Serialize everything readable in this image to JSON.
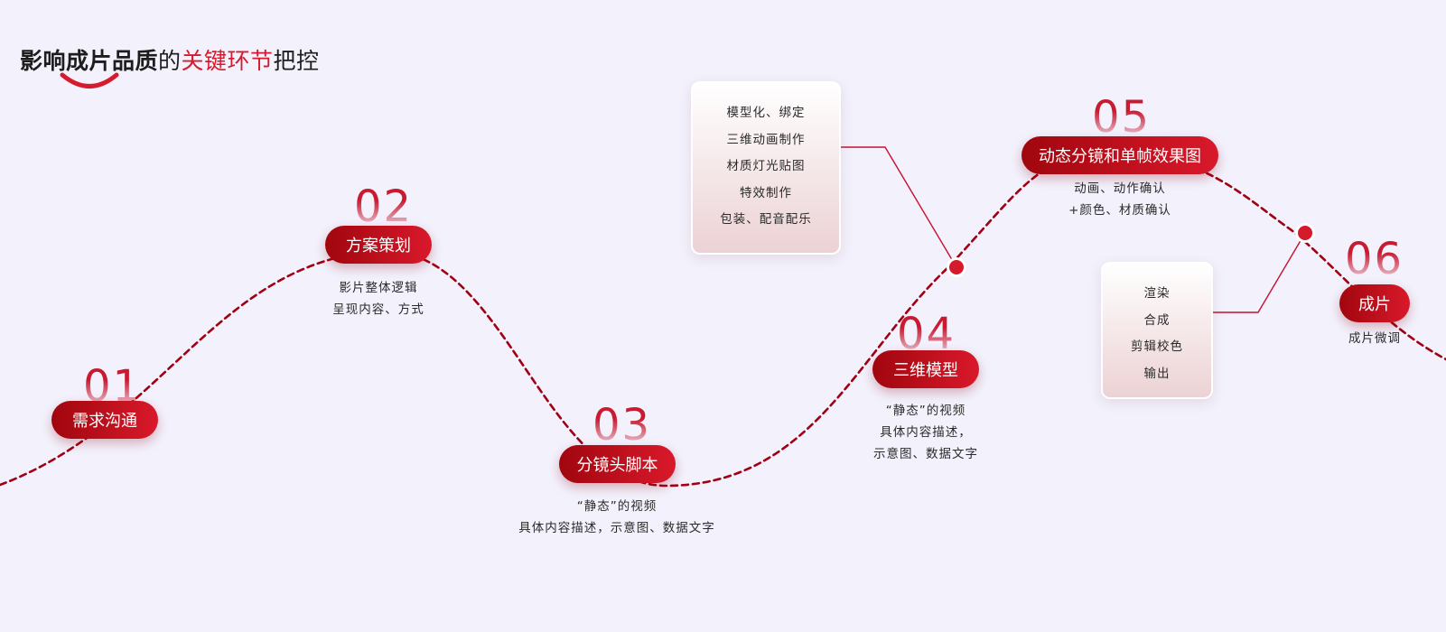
{
  "title": {
    "part_bold": "影响成片品质",
    "part_regular": "的",
    "part_highlight": "关键环节",
    "part_end": "把控"
  },
  "colors": {
    "accent": "#d61b2e",
    "pill_dark": "#a0060e",
    "pill_light": "#d9192b",
    "curve": "#a00012",
    "background": "#f2f1fc"
  },
  "steps": [
    {
      "number": "01",
      "label": "需求沟通",
      "desc": []
    },
    {
      "number": "02",
      "label": "方案策划",
      "desc": [
        "影片整体逻辑",
        "呈现内容、方式"
      ]
    },
    {
      "number": "03",
      "label": "分镜头脚本",
      "desc": [
        "“静态”的视频",
        "具体内容描述，示意图、数据文字"
      ]
    },
    {
      "number": "04",
      "label": "三维模型",
      "desc": [
        "“静态”的视频",
        "具体内容描述，",
        "示意图、数据文字"
      ]
    },
    {
      "number": "05",
      "label": "动态分镜和单帧效果图",
      "desc": [
        "动画、动作确认",
        "+颜色、材质确认"
      ]
    },
    {
      "number": "06",
      "label": "成片",
      "desc": [
        "成片微调"
      ]
    }
  ],
  "callouts": [
    {
      "items": [
        "模型化、绑定",
        "三维动画制作",
        "材质灯光贴图",
        "特效制作",
        "包装、配音配乐"
      ]
    },
    {
      "items": [
        "渲染",
        "合成",
        "剪辑校色",
        "输出"
      ]
    }
  ]
}
